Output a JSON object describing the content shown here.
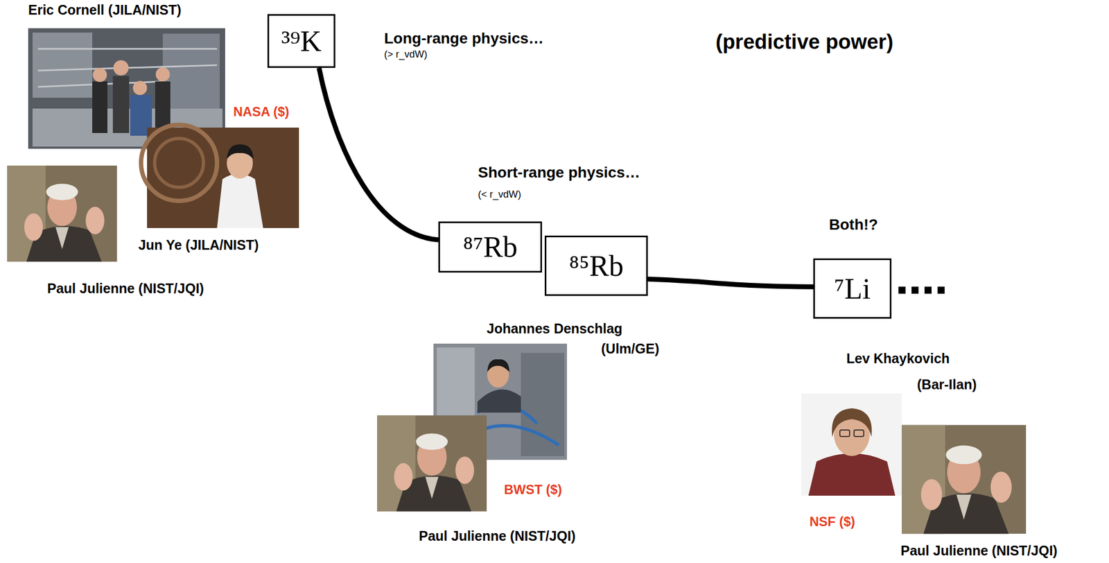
{
  "diagram": {
    "nodes": [
      {
        "text": [
          "³⁹K"
        ]
      },
      {
        "text": [
          "⁸⁷Rb"
        ]
      },
      {
        "text": [
          "⁸⁵Rb"
        ]
      },
      {
        "text": [
          "⁷Li"
        ]
      }
    ],
    "edges": [
      {
        "from": 0,
        "to": 1,
        "arrow": "none"
      },
      {
        "from": 2,
        "to": 3,
        "arrow": "none"
      }
    ],
    "labels": [
      "Eric Cornell (JILA/NIST)",
      "Long-range physics…",
      "(> r_vdW)",
      "(predictive power)",
      "NASA ($)",
      "Jun Ye (JILA/NIST)",
      "Paul Julienne (NIST/JQI)",
      "Short-range physics…",
      "(< r_vdW)",
      "Both!?",
      "Johannes Denschlag",
      "(Ulm/GE)",
      "Lev Khaykovich",
      "(Bar-Ilan)",
      "BWST ($)",
      "NSF ($)",
      "Paul Julienne (NIST/JQI)",
      "Paul Julienne (NIST/JQI)"
    ]
  }
}
